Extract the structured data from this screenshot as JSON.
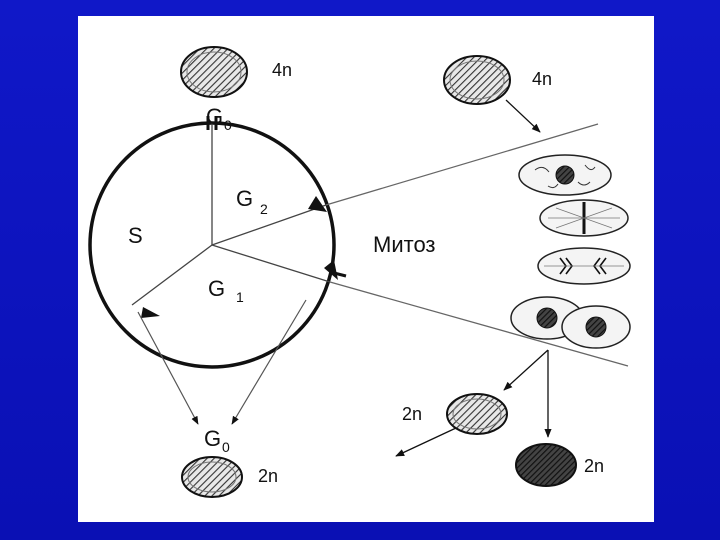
{
  "diagram": {
    "labels": {
      "g0_top": "G",
      "g0_top_sub": "0",
      "g0_bottom": "G",
      "g0_bottom_sub": "0",
      "g2": "G",
      "g2_sub": "2",
      "g1": "G",
      "g1_sub": "1",
      "s": "S",
      "mitosis": "Митоз",
      "ploidy_top_left": "4n",
      "ploidy_top_right": "4n",
      "ploidy_bottom_left": "2n",
      "ploidy_mid_right": "2n",
      "ploidy_bottom_right": "2n"
    },
    "colors": {
      "background": "#0a10b4",
      "panel": "#ffffff",
      "stroke": "#111111",
      "hatch": "#333333",
      "dark_cell": "#222222"
    }
  }
}
